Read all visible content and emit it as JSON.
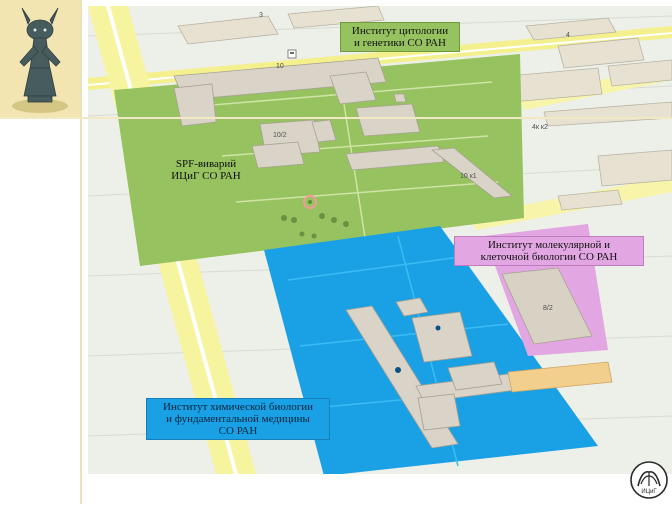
{
  "labels": {
    "icg": "Институт цитологии\nи генетики СО РАН",
    "spf": "SPF-виварий\nИЦиГ СО РАН",
    "imcb": "Инститyт молекулярной и\nклеточной биологии СО РАН",
    "icbfm": "Институт химической биологии\nи фундаментальной медицины\nСО РАН"
  },
  "map_numbers": {
    "n10": "10",
    "n10_2": "10/2",
    "n10k1": "10 к1",
    "n8_2": "8/2",
    "n4k2": "4к к2",
    "n3": "3",
    "n4": "4"
  },
  "logo_text": "ИЦиГ",
  "colors": {
    "green_zone": "#96c25f",
    "blue_zone": "#1aa1e5",
    "pink_zone": "#e2a6e2",
    "orange_building": "#f3cf8d",
    "road_yellow": "#f7f08a",
    "ground": "#eef0ea",
    "building": "#dcd8cc"
  },
  "icons": [
    "statue-photo",
    "tree-icon",
    "bus-stop-icon",
    "sculpture-icon",
    "institute-logo"
  ]
}
